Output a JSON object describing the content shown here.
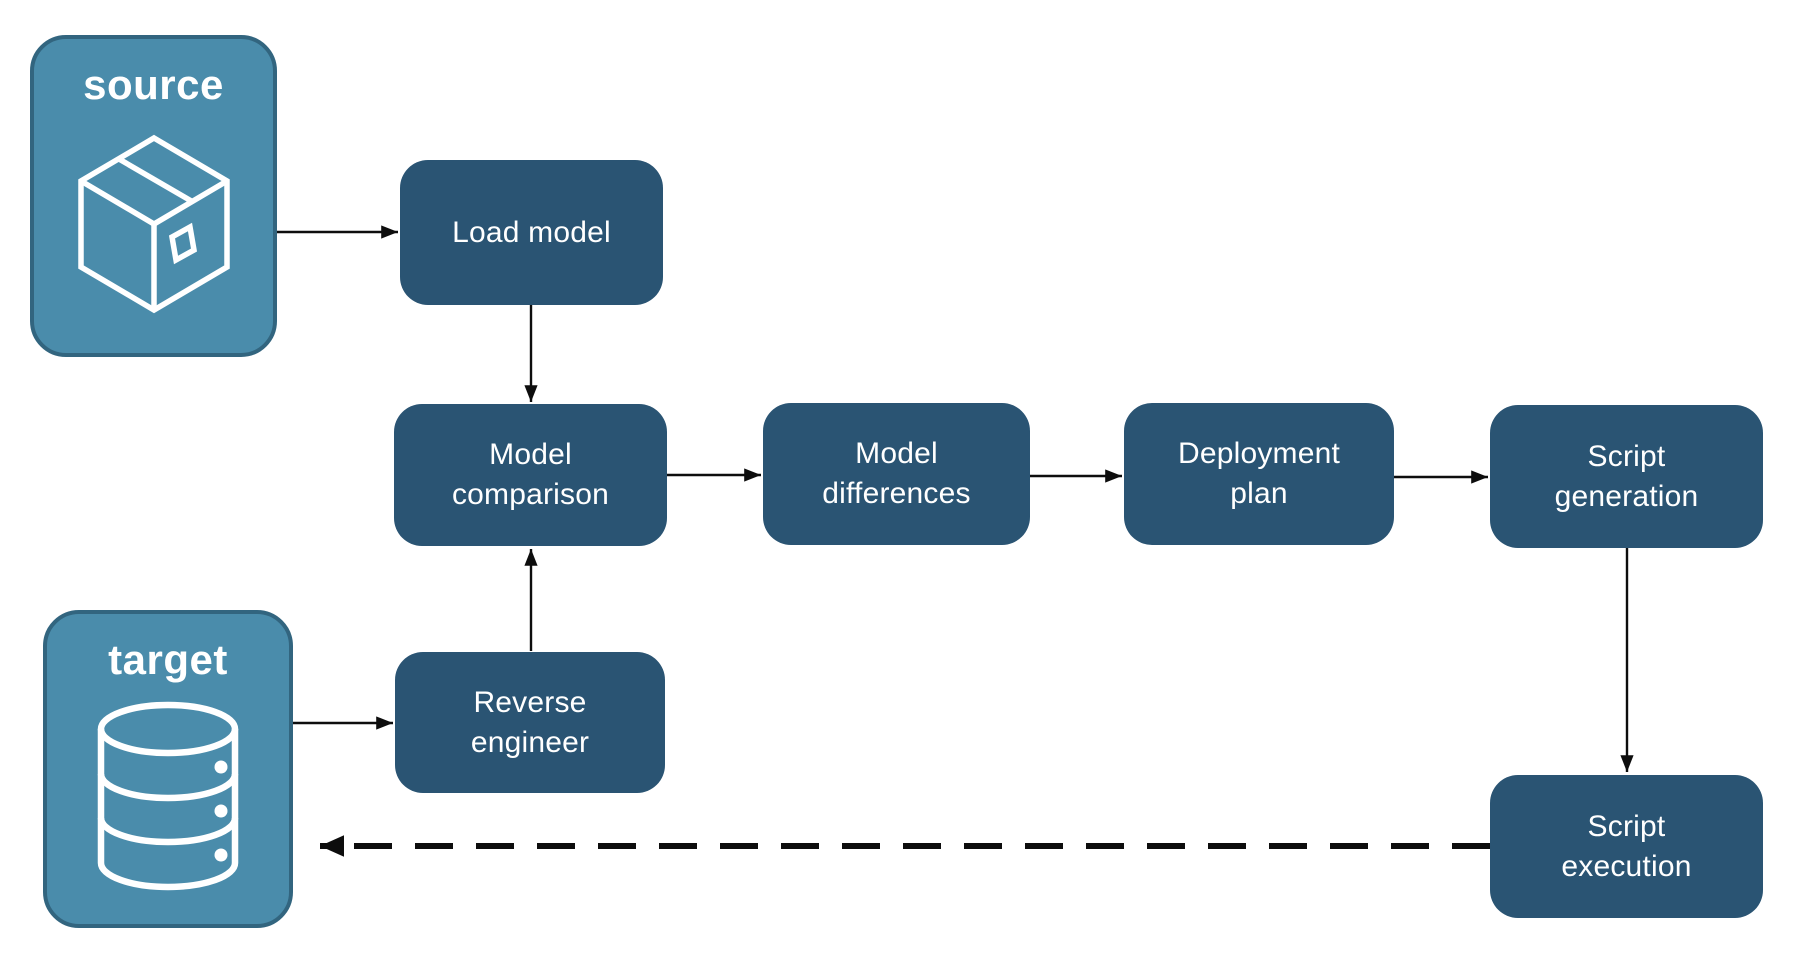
{
  "diagram": {
    "title": "Schema deployment pipeline flowchart",
    "colors": {
      "node_fill": "#2a5473",
      "container_fill": "#4a8cab",
      "container_border": "#32657f",
      "text": "#ffffff",
      "arrow": "#0d0d0d",
      "background": "#ffffff"
    },
    "containers": {
      "source": {
        "label": "source",
        "icon": "package-icon"
      },
      "target": {
        "label": "target",
        "icon": "database-icon"
      }
    },
    "nodes": {
      "load_model": {
        "label": "Load model"
      },
      "model_comparison": {
        "label": "Model comparison"
      },
      "model_differences": {
        "label": "Model differences"
      },
      "deployment_plan": {
        "label": "Deployment plan"
      },
      "script_generation": {
        "label": "Script generation"
      },
      "reverse_engineer": {
        "label": "Reverse engineer"
      },
      "script_execution": {
        "label": "Script execution"
      }
    },
    "edges": [
      {
        "from": "source",
        "to": "load_model",
        "style": "solid"
      },
      {
        "from": "load_model",
        "to": "model_comparison",
        "style": "solid"
      },
      {
        "from": "reverse_engineer",
        "to": "model_comparison",
        "style": "solid"
      },
      {
        "from": "model_comparison",
        "to": "model_differences",
        "style": "solid"
      },
      {
        "from": "model_differences",
        "to": "deployment_plan",
        "style": "solid"
      },
      {
        "from": "deployment_plan",
        "to": "script_generation",
        "style": "solid"
      },
      {
        "from": "script_generation",
        "to": "script_execution",
        "style": "solid"
      },
      {
        "from": "target",
        "to": "reverse_engineer",
        "style": "solid"
      },
      {
        "from": "script_execution",
        "to": "target",
        "style": "dashed"
      }
    ]
  }
}
